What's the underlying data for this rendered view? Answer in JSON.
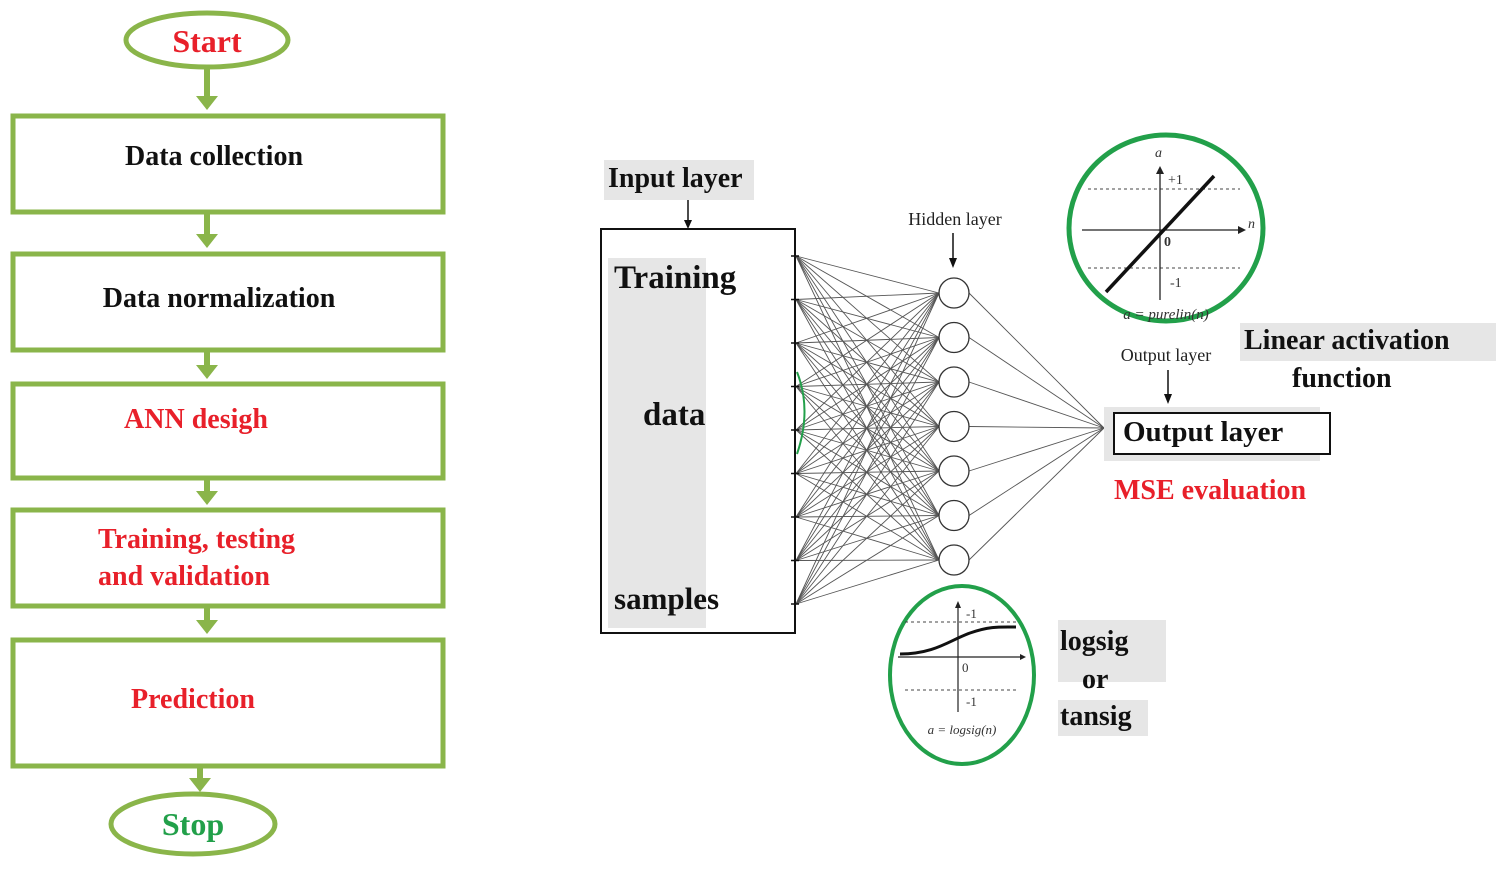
{
  "flowchart": {
    "start": "Start",
    "steps": [
      "Data collection",
      "Data normalization",
      "ANN desigh",
      "Training, testing",
      "and validation",
      "Prediction"
    ],
    "stop": "Stop"
  },
  "network": {
    "input_layer_label": "Input layer",
    "input_box_lines": [
      "Training",
      "data",
      "samples"
    ],
    "hidden_layer_label": "Hidden layer",
    "output_layer_small_label": "Output layer",
    "output_layer_box_label": "Output layer",
    "mse_label": "MSE evaluation",
    "linear_activation_lines": [
      "Linear activation",
      "function"
    ],
    "hidden_activation_lines": [
      "logsig",
      "or",
      "tansig"
    ]
  },
  "purelin_plot": {
    "axis_a": "a",
    "axis_n": "n",
    "tick_plus": "+1",
    "tick_zero": "0",
    "tick_minus": "-1",
    "formula": "a = purelin(n)"
  },
  "logsig_plot": {
    "tick_plus": "-1",
    "tick_zero": "0",
    "tick_minus": "-1",
    "formula": "a = logsig(n)"
  },
  "colors": {
    "flow_green": "#8ab54a",
    "circle_green": "#22a04a",
    "red_text": "#e8202a",
    "stop_text": "#22a04a"
  }
}
